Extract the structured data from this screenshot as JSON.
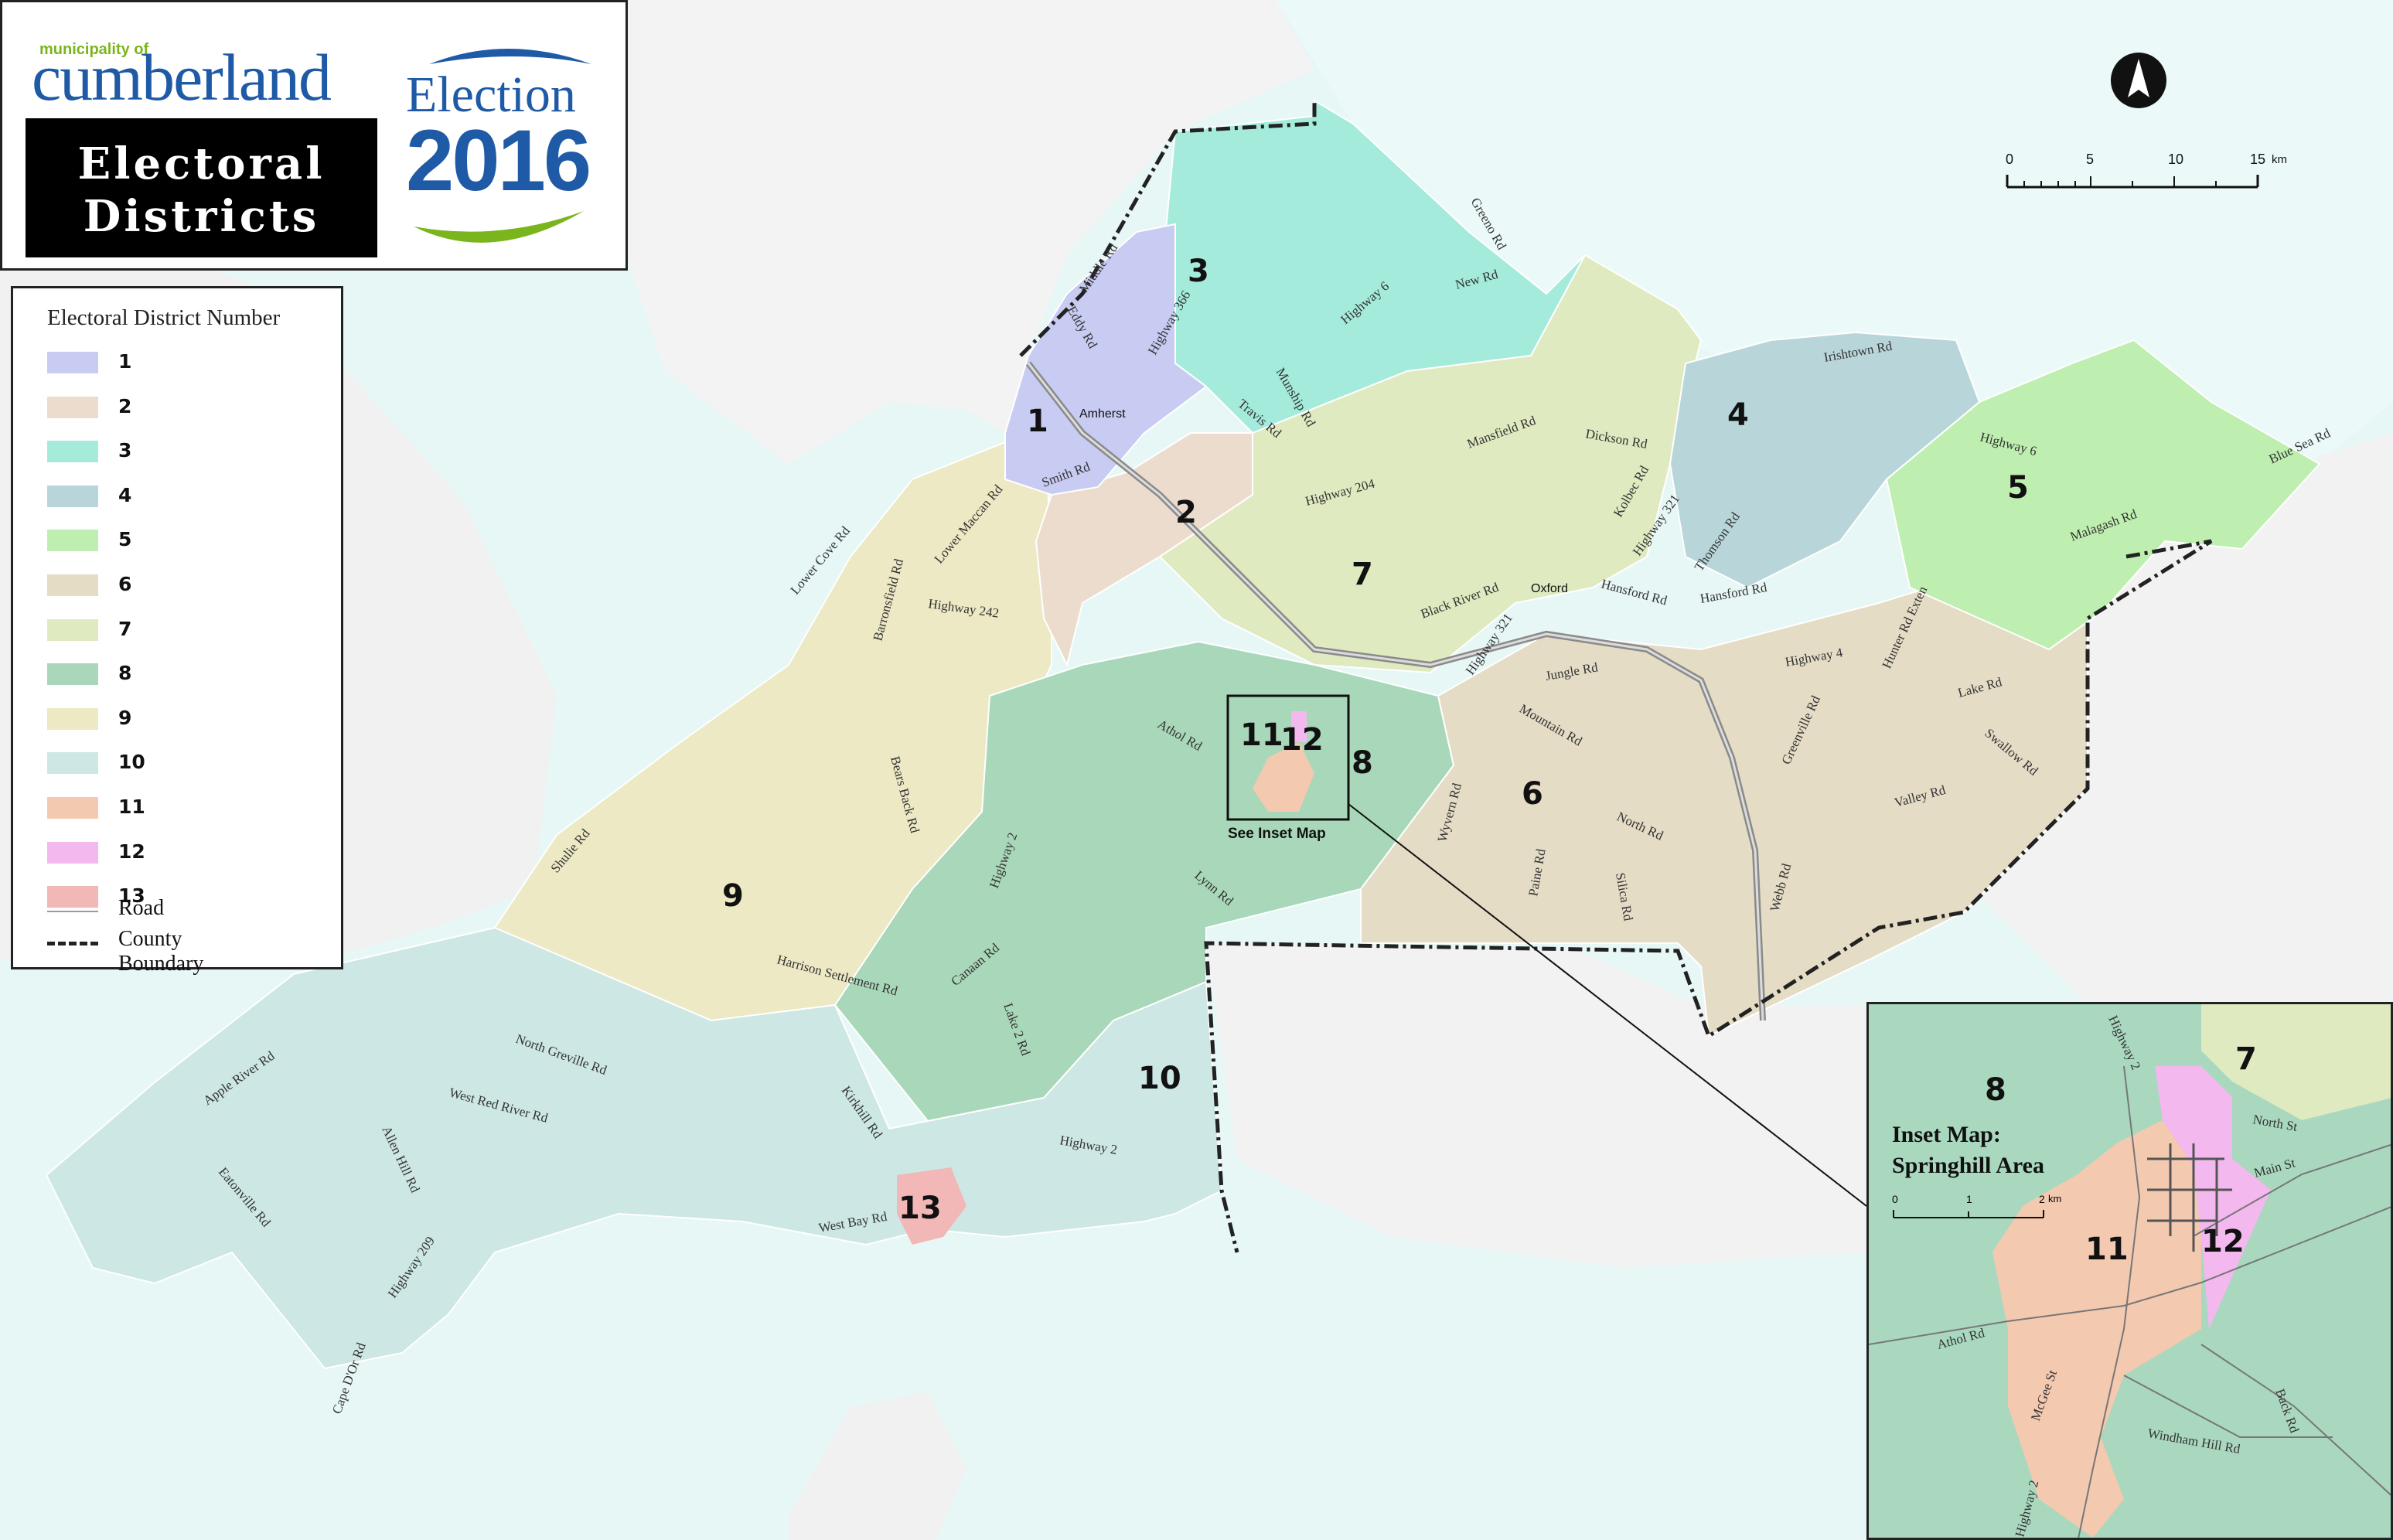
{
  "brand": {
    "municipality_small": "municipality of",
    "municipality_name": "cumberland",
    "election_word": "Election",
    "election_year": "2016"
  },
  "title": {
    "line1": "Electoral",
    "line2": "Districts"
  },
  "legend": {
    "title": "Electoral District Number",
    "districts": [
      {
        "label": "1",
        "color": "#c8cbf2"
      },
      {
        "label": "2",
        "color": "#ecdccd"
      },
      {
        "label": "3",
        "color": "#a4ebdc"
      },
      {
        "label": "4",
        "color": "#b8d6da"
      },
      {
        "label": "5",
        "color": "#bfefb0"
      },
      {
        "label": "6",
        "color": "#e5dcc6"
      },
      {
        "label": "7",
        "color": "#dfeac0"
      },
      {
        "label": "8",
        "color": "#a8d8b9"
      },
      {
        "label": "9",
        "color": "#ece9c4"
      },
      {
        "label": "10",
        "color": "#cde7e4"
      },
      {
        "label": "11",
        "color": "#f3c9b0"
      },
      {
        "label": "12",
        "color": "#f3b8ee"
      },
      {
        "label": "13",
        "color": "#f2b7b7"
      }
    ],
    "road_label": "Road",
    "boundary_label": "County Boundary"
  },
  "scale": {
    "ticks": [
      "0",
      "5",
      "10",
      "15"
    ],
    "unit": "km"
  },
  "map": {
    "district_labels": [
      "1",
      "2",
      "3",
      "4",
      "5",
      "6",
      "7",
      "8",
      "9",
      "10",
      "11",
      "12",
      "13"
    ],
    "towns": [
      "Amherst",
      "Oxford"
    ],
    "inset_note": "See Inset Map",
    "roads": [
      "Middle Rd",
      "Eddy Rd",
      "Highway 366",
      "Greeno Rd",
      "Highway 6",
      "New Rd",
      "Irishtown Rd",
      "Travis Rd",
      "Munship Rd",
      "Mansfield Rd",
      "Dickson Rd",
      "Highway 204",
      "Highway 6",
      "Blue Sea Rd",
      "Smith Rd",
      "Lower Maccan Rd",
      "Lower Cove Rd",
      "Barronsfield Rd",
      "Kolbec Rd",
      "Highway 321",
      "Thomson Rd",
      "Malagash Rd",
      "Black River Rd",
      "Hansford Rd",
      "Hansford Rd",
      "Highway 242",
      "Highway 321",
      "Jungle Rd",
      "Highway 4",
      "Hunter Rd Exten",
      "Lake Rd",
      "Greenville Rd",
      "Athol Rd",
      "Mountain Rd",
      "Swallow Rd",
      "Valley Rd",
      "Bears Back Rd",
      "Wyvern Rd",
      "North Rd",
      "Shulie Rd",
      "Highway 2",
      "Paine Rd",
      "Silica Rd",
      "Webb Rd",
      "Lynn Rd",
      "Harrison Settlement Rd",
      "Canaan Rd",
      "Lake 2 Rd",
      "North Greville Rd",
      "Apple River Rd",
      "West Red River Rd",
      "Kirkhill Rd",
      "Allen Hill Rd",
      "Highway 2",
      "Eatonville Rd",
      "West Bay Rd",
      "Highway 209",
      "Cape D'Or Rd"
    ]
  },
  "inset": {
    "title_line1": "Inset Map:",
    "title_line2": "Springhill Area",
    "scale_ticks": [
      "0",
      "1",
      "2"
    ],
    "scale_unit": "km",
    "district_labels": [
      "8",
      "7",
      "11",
      "12"
    ],
    "roads": [
      "Highway 2",
      "North St",
      "Main St",
      "Athol Rd",
      "McGee St",
      "Windham Hill Rd",
      "Back Rd",
      "Highway 2"
    ]
  }
}
